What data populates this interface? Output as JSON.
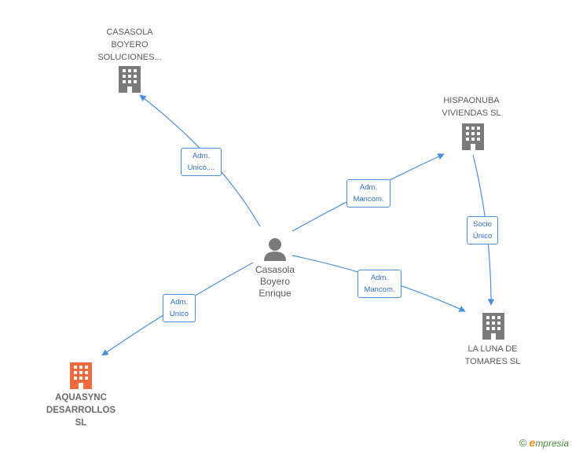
{
  "colors": {
    "edge": "#4a8fd8",
    "company_icon": "#7a7a7a",
    "highlight_icon": "#f06a3e",
    "person_icon": "#7a7a7a"
  },
  "center": {
    "label": "Casasola\nBoyero\nEnrique",
    "icon": "person-icon"
  },
  "companies": {
    "casasola": {
      "label": "CASASOLA\nBOYERO\nSOLUCIONES...",
      "icon": "building-icon"
    },
    "hispaonuba": {
      "label": "HISPAONUBA\nVIVIENDAS  SL",
      "icon": "building-icon"
    },
    "laluna": {
      "label": "LA LUNA DE\nTOMARES  SL",
      "icon": "building-icon"
    },
    "aquasync": {
      "label": "AQUASYNC\nDESARROLLOS\nSL",
      "icon": "building-icon"
    }
  },
  "edges": {
    "to_casasola": "Adm.\nUnico,...",
    "to_hispaonuba": "Adm.\nMancom.",
    "to_laluna": "Adm.\nMancom.",
    "to_aquasync": "Adm.\nUnico",
    "hispaonuba_to_laluna": "Socio\nÚnico"
  },
  "footer": {
    "copyright": "©",
    "brand_first": "e",
    "brand_rest": "mpresia"
  }
}
